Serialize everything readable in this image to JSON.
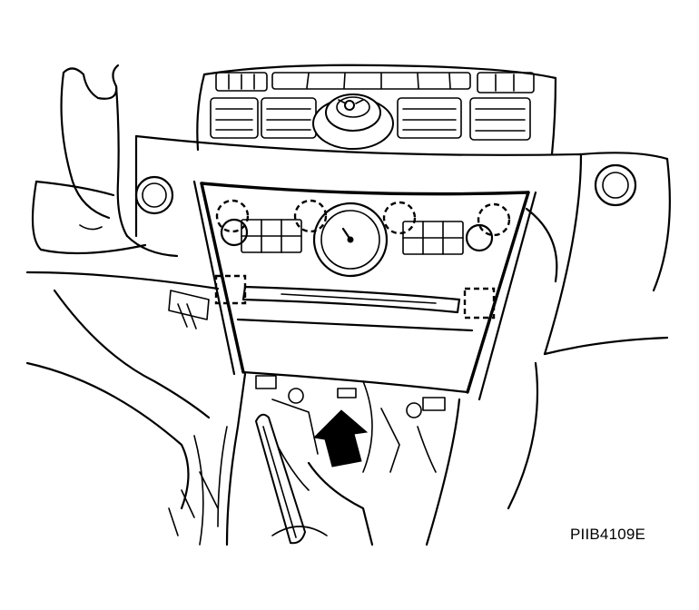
{
  "figure": {
    "code": "PIIB4109E",
    "callout_count": 4,
    "callouts": [
      "clip-top-left",
      "clip-top-mid-left",
      "clip-top-mid-right",
      "clip-top-right"
    ],
    "square_callouts": [
      "clip-side-left",
      "clip-side-right"
    ],
    "arrow_direction": "up",
    "colors": {
      "line": "#000000",
      "background": "#ffffff"
    }
  }
}
